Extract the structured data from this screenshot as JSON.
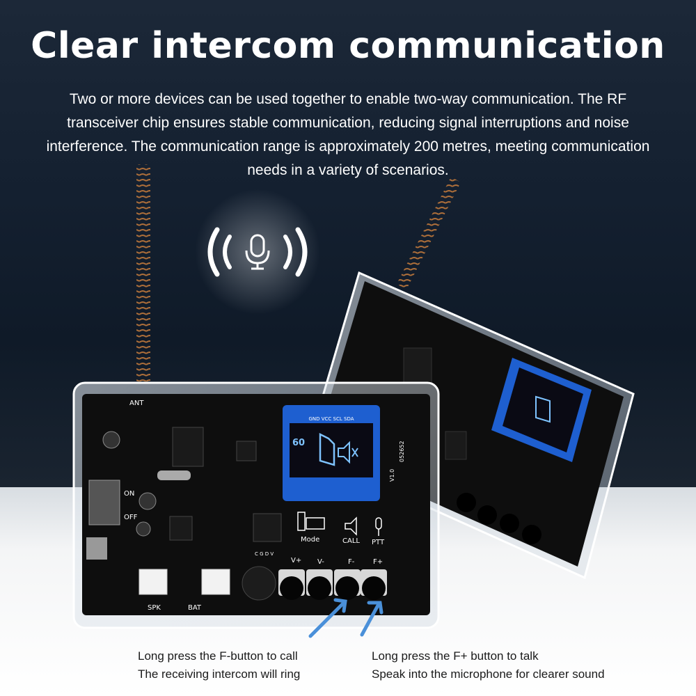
{
  "heading": {
    "title": "Clear intercom communication",
    "description": "Two or more devices can be used together to enable two-way communication. The RF transceiver chip ensures stable communication, reducing signal interruptions and noise interference. The communication range is approximately 200 metres, meeting communication needs in a variety of scenarios."
  },
  "icons": {
    "microphone": "microphone-icon",
    "sound_waves": "sound-wave-icon"
  },
  "board_labels": {
    "antenna": "ANT",
    "on": "ON",
    "off": "OFF",
    "speaker": "SPK",
    "battery": "BAT",
    "mode": "Mode",
    "call": "CALL",
    "ptt": "PTT",
    "v_plus": "V+",
    "v_minus": "V-",
    "f_minus": "F-",
    "f_plus": "F+",
    "oled_pins": "GND VCC SCL SDA",
    "cgdv": "C G D V",
    "version": "V1.0",
    "serial": "052652",
    "signal_value": "60"
  },
  "captions": {
    "left": {
      "line1": "Long press the F-button to call",
      "line2": "The receiving intercom will ring"
    },
    "right": {
      "line1": "Long press the F+ button to talk",
      "line2": "Speak into the microphone for clearer sound"
    }
  },
  "colors": {
    "dark_bg": "#142030",
    "pcb": "#111111",
    "antenna_coil": "#b0703a",
    "oled_blue": "#1e5fd0",
    "oled_text": "#7ec3ff",
    "arrow_blue": "#4a90d9"
  }
}
